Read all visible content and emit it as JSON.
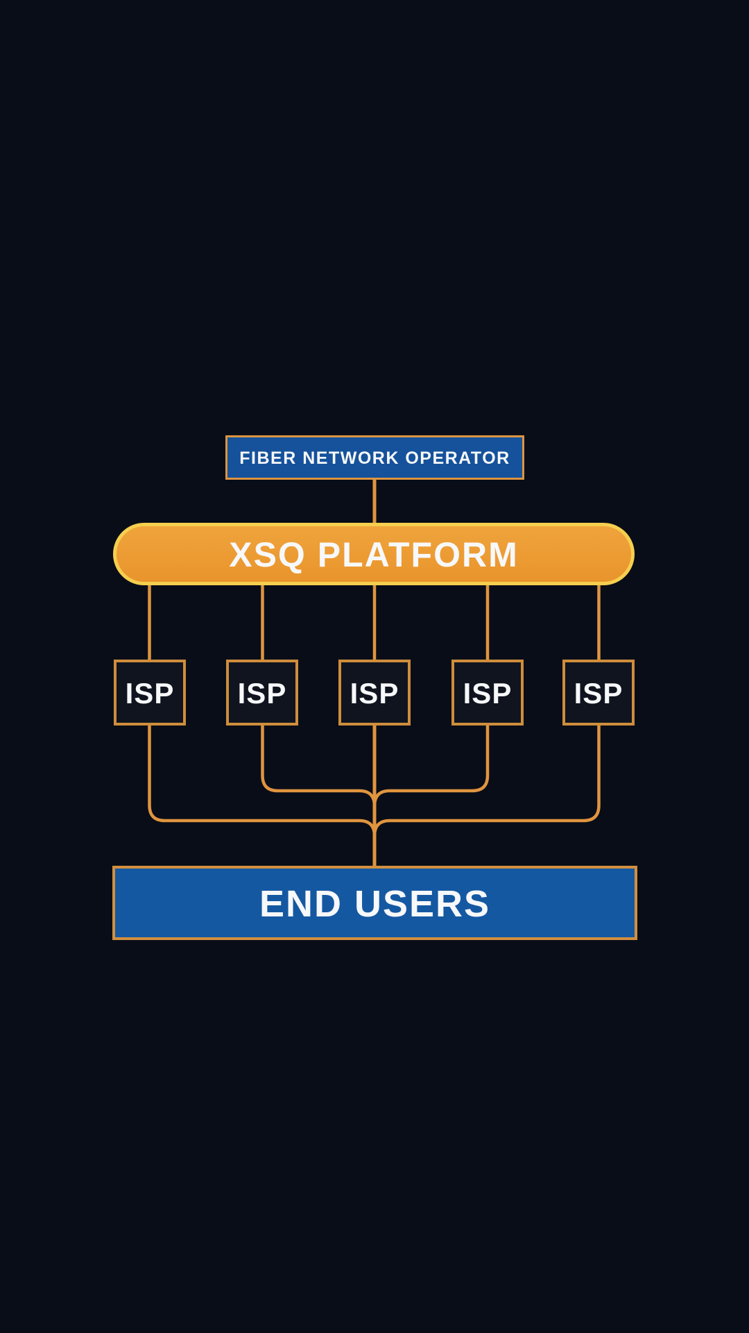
{
  "diagram": {
    "type": "network-hierarchy",
    "nodes": {
      "operator": {
        "label": "FIBER NETWORK OPERATOR",
        "shape": "rectangle"
      },
      "platform": {
        "label": "XSQ PLATFORM",
        "shape": "pill"
      },
      "isps": [
        {
          "label": "ISP"
        },
        {
          "label": "ISP"
        },
        {
          "label": "ISP"
        },
        {
          "label": "ISP"
        },
        {
          "label": "ISP"
        }
      ],
      "end_users": {
        "label": "END USERS",
        "shape": "rectangle"
      }
    },
    "edges": [
      {
        "from": "operator",
        "to": "platform"
      },
      {
        "from": "platform",
        "to": "isp-1"
      },
      {
        "from": "platform",
        "to": "isp-2"
      },
      {
        "from": "platform",
        "to": "isp-3"
      },
      {
        "from": "platform",
        "to": "isp-4"
      },
      {
        "from": "platform",
        "to": "isp-5"
      },
      {
        "from": "isp-1",
        "to": "end_users"
      },
      {
        "from": "isp-2",
        "to": "end_users"
      },
      {
        "from": "isp-3",
        "to": "end_users"
      },
      {
        "from": "isp-4",
        "to": "end_users"
      },
      {
        "from": "isp-5",
        "to": "end_users"
      }
    ]
  },
  "colors": {
    "background": "#090d18",
    "connector": "#e0953f",
    "text": "#f7f8fa",
    "operator_fill": "#15529b",
    "operator_border": "#dd9440",
    "platform_fill": "#f0a43c",
    "platform_fill_bottom": "#e9942c",
    "platform_border": "#f6cf4e",
    "isp_fill": "#10141f",
    "isp_border": "#cf8d3c",
    "end_users_fill": "#1558a2",
    "end_users_border": "#d28f3f"
  }
}
